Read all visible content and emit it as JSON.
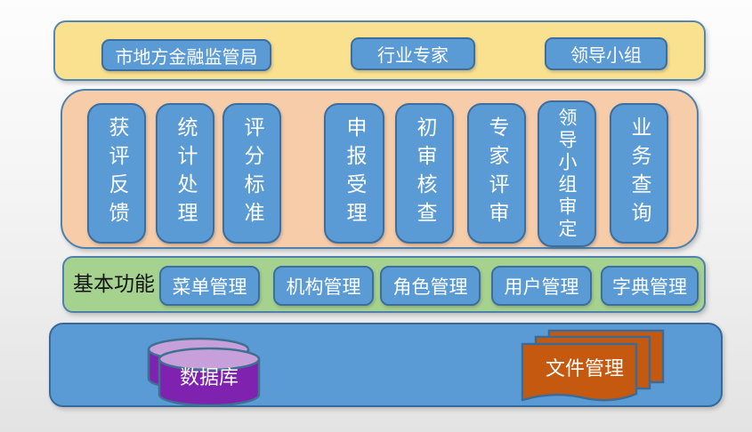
{
  "actors": {
    "items": [
      "市地方金融监管局",
      "行业专家",
      "领导小组"
    ]
  },
  "process": {
    "items": [
      "获评反馈",
      "统计处理",
      "评分标准",
      "申报受理",
      "初审核查",
      "专家评审",
      "领导小组审定",
      "业务查询"
    ]
  },
  "basic": {
    "label": "基本功能",
    "items": [
      "菜单管理",
      "机构管理",
      "角色管理",
      "用户管理",
      "字典管理"
    ]
  },
  "storage": {
    "database_label": "数据库",
    "files_label": "文件管理"
  },
  "icons": {
    "database": "database-cylinder-icon",
    "files": "stacked-documents-icon"
  },
  "colors": {
    "actors_layer": "#FAE18F",
    "process_layer": "#F6CCA9",
    "basic_layer": "#A6D28F",
    "storage_layer": "#5B9BD5",
    "node_fill": "#5B9BD5",
    "node_border": "#3C6E9F",
    "layer_border": "#4E81AE",
    "database_body": "#7E22AF",
    "database_top": "#C79FDB",
    "files_fill": "#C5590F",
    "icon_stroke": "#3F7191"
  }
}
